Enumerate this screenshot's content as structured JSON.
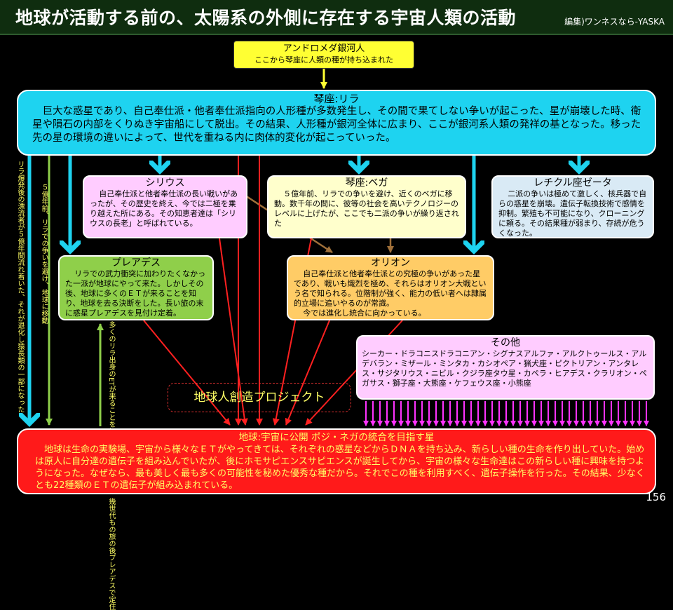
{
  "header": {
    "title": "地球が活動する前の、太陽系の外側に存在する宇宙人類の活動",
    "credit": "編集)ワンネスなら-YASKA"
  },
  "andromeda": {
    "title": "アンドロメダ銀河人",
    "subtitle": "ここから琴座に人類の種が持ち込まれた"
  },
  "lyra": {
    "title": "琴座:リラ",
    "body": "巨大な惑星であり、自己奉仕派・他者奉仕派指向の人形種が多数発生し、その間で果てしない争いが起こった、星が崩壊した時、衛星や隕石の内部をくりぬき宇宙船にして脱出。その結果、人形種が銀河全体に広まり、ここが銀河系人類の発祥の基となった。移った先の星の環境の違いによって、世代を重ねる内に肉体的変化が起こっていった。"
  },
  "sirius": {
    "title": "シリウス",
    "body": "自己奉仕派と他者奉仕派の長い戦いがあったが、その歴史を終え、今では二極を乗り越えた所にある。その知恵者達は「シリウスの長老」と呼ばれている。"
  },
  "vega": {
    "title": "琴座:ベガ",
    "body": "５億年前、リラでの争いを避け、近くのベガに移動。数千年の間に、彼等の社会を高いテクノロジーのレベルに上げたが、ここでも二派の争いが繰り返された"
  },
  "reticuli": {
    "title": "レチクル座ゼータ",
    "body": "二派の争いは極めて激しく、核兵器で自らの惑星を崩壊。遺伝子転換技術で感情を抑制。繁殖も不可能になり、クローニングに頼る。その結果種が弱まり、存続が危うくなった。"
  },
  "pleiades": {
    "title": "プレアデス",
    "body": "リラでの武力衝突に加わりたくなかった一派が地球にやって来た。しかしその後、地球に多くのＥＴが来ることを知り、地球を去る決断をした。長い旅の末に惑星プレアデスを見付け定着。"
  },
  "orion": {
    "title": "オリオン",
    "body": "自己奉仕派と他者奉仕派との究極の争いがあった星であり、戦いも熾烈を極め、それらはオリオン大戦という名で知られる。位階制が強く、能力の低い者へは隷属的立場に追いやるのが常識。",
    "body2": "今では進化し統合に向かっている。"
  },
  "others": {
    "title": "その他",
    "body": "シーカー・ドラコニスドラコニアン・シグナスアルファ・アルクトゥールス・アルデバラン・ミザール・ミンタカ・カシオペア・猟犬座・ピクトリアン・アンタレス・サジタリウス・ニビル・クジラ座タウ星・カペラ・ヒアデス・クラリオン・ペガサス・獅子座・大熊座・ケフェウス座・小熊座"
  },
  "project": {
    "label": "地球人創造プロジェクト"
  },
  "earth": {
    "title": "地球:宇宙に公開 ポジ・ネガの統合を目指す星",
    "body": "地球は生命の実験場、宇宙から様々なＥＴがやってきては、それぞれの惑星などからＤＮＡを持ち込み、新らしい種の生命を作り出していた。始めは原人に自分達の遺伝子を組み込んでいたが、後にホモサピエンスサピエンスが誕生してから、宇宙の様々な生命達はこの新らしい種に興味を持つようになった。なぜなら、最も美しく最も多くの可能性を秘めた優秀な種だから。それでこの種を利用すべく、遺伝子操作を行った。その結果、少なくとも22種類のＥＴの遺伝子が組み込まれている。"
  },
  "vertical_notes": {
    "lyra_refugees": "リラ爆発後の漂流者が５億年間流れ着いた、それが退化し猿長類の一部になった",
    "five_hundred_million": "５億年前、リラでの争いを避け、地球に移動",
    "pleiades_return": "多くのリラ出身のETが来ることを知り、地球を離れた。幾世代もの旅の後プレアデスで定住"
  },
  "page_number": "156",
  "colors": {
    "header_bg": "#0f2d0f",
    "lyra": "#1ed3f0",
    "earth": "#ff1a1a",
    "arrow_cyan": "#1ed3f0",
    "arrow_red": "#ff2020",
    "arrow_green": "#8fcf4a",
    "arrow_magenta": "#ff33ff",
    "arrow_brown": "#a0703a"
  }
}
